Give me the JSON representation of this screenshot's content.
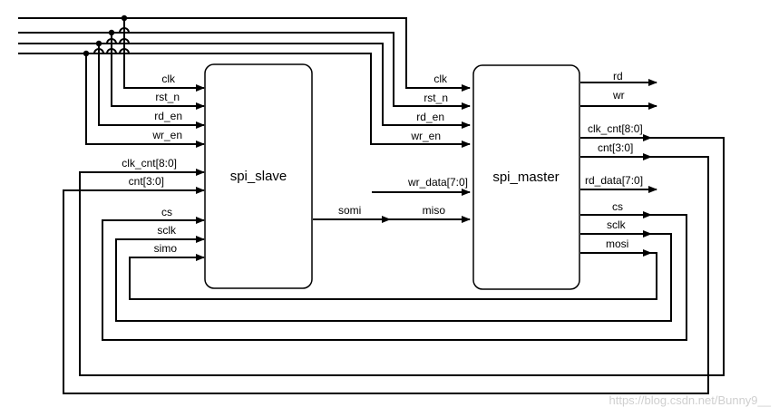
{
  "blocks": {
    "slave": {
      "name": "spi_slave",
      "inputs": [
        "clk",
        "rst_n",
        "rd_en",
        "wr_en",
        "clk_cnt[8:0]",
        "cnt[3:0]",
        "cs",
        "sclk",
        "simo"
      ],
      "outputs": [
        "somi"
      ]
    },
    "master": {
      "name": "spi_master",
      "inputs": [
        "clk",
        "rst_n",
        "rd_en",
        "wr_en",
        "wr_data[7:0]",
        "miso"
      ],
      "outputs": [
        "rd",
        "wr",
        "clk_cnt[8:0]",
        "cnt[3:0]",
        "rd_data[7:0]",
        "cs",
        "sclk",
        "mosi"
      ]
    }
  },
  "watermark": "https://blog.csdn.net/Bunny9__",
  "colors": {
    "line": "#000000",
    "watermark": "#cfcfcf"
  }
}
